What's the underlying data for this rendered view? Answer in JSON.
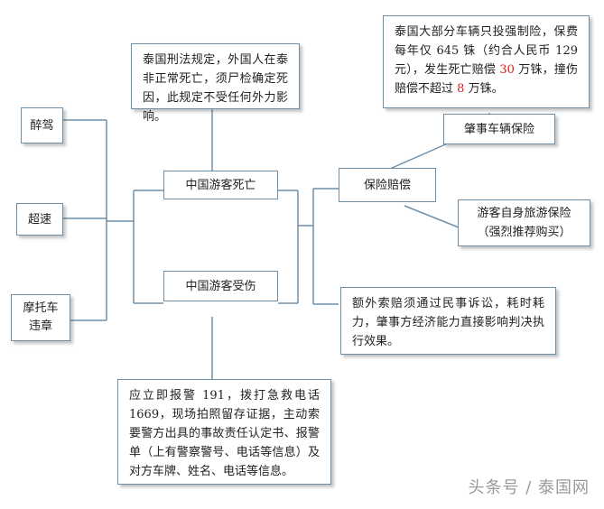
{
  "nodes": {
    "left_1": "醉驾",
    "left_2": "超速",
    "left_3_line1": "摩托车",
    "left_3_line2": "违章",
    "death": "中国游客死亡",
    "injury": "中国游客受伤",
    "insurance": "保险赔偿",
    "vehicle_insurance": "肇事车辆保险",
    "travel_insurance_line1": "游客自身旅游保险",
    "travel_insurance_line2": "（强烈推荐购买）"
  },
  "notes": {
    "thai_law": "泰国刑法规定，外国人在泰非正常死亡，须尸检确定死因，此规定不受任何外力影响。",
    "compulsory": {
      "part1": "泰国大部分车辆只投强制险，保费每年仅 645 铢（约合人民币 129 元），发生死亡赔偿",
      "death_amount": "30",
      "part2": "万铢，撞伤赔偿不超过",
      "injury_amount": "8",
      "part3": "万铢。"
    },
    "civil": "额外索赔须通过民事诉讼，耗时耗力，肇事方经济能力直接影响判决执行效果。",
    "report": "应立即报警 191，拨打急救电话 1669，现场拍照留存证据，主动索要警方出具的事故责任认定书、报警单（上有警察警号、电话等信息）及对方车牌、姓名、电话等信息。"
  },
  "watermark": "头条号 / 泰国网",
  "colors": {
    "line": "#6e8fa8",
    "highlight": "#e02020"
  }
}
